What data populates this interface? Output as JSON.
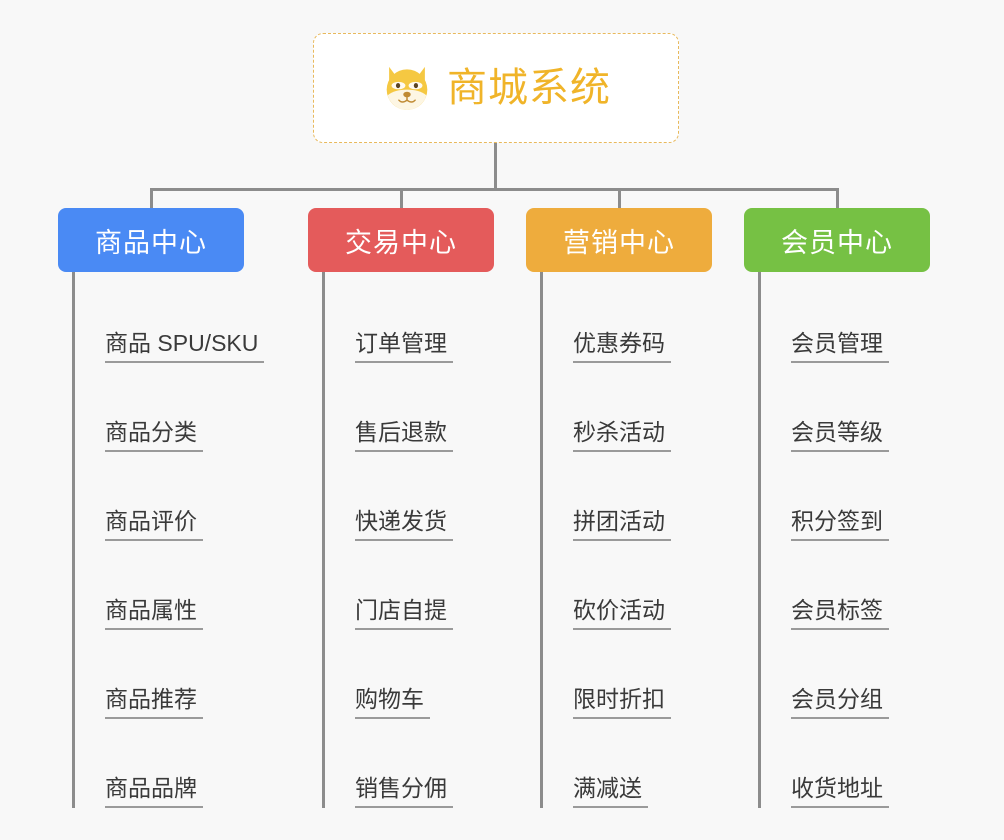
{
  "diagram": {
    "type": "tree",
    "background_color": "#f8f8f8",
    "connector_color": "#8c8c8c",
    "root": {
      "title": "商城系统",
      "icon": "dog-face-icon",
      "text_color": "#f0b429",
      "border_color": "#e8b95c",
      "background_color": "#ffffff"
    },
    "columns": [
      {
        "id": "product-center",
        "header": "商品中心",
        "color": "#4a8af4",
        "items": [
          "商品 SPU/SKU",
          "商品分类",
          "商品评价",
          "商品属性",
          "商品推荐",
          "商品品牌"
        ]
      },
      {
        "id": "trade-center",
        "header": "交易中心",
        "color": "#e45b5b",
        "items": [
          "订单管理",
          "售后退款",
          "快递发货",
          "门店自提",
          "购物车",
          "销售分佣"
        ]
      },
      {
        "id": "marketing-center",
        "header": "营销中心",
        "color": "#eeac3d",
        "items": [
          "优惠券码",
          "秒杀活动",
          "拼团活动",
          "砍价活动",
          "限时折扣",
          "满减送"
        ]
      },
      {
        "id": "member-center",
        "header": "会员中心",
        "color": "#76c144",
        "items": [
          "会员管理",
          "会员等级",
          "积分签到",
          "会员标签",
          "会员分组",
          "收货地址"
        ]
      }
    ]
  }
}
